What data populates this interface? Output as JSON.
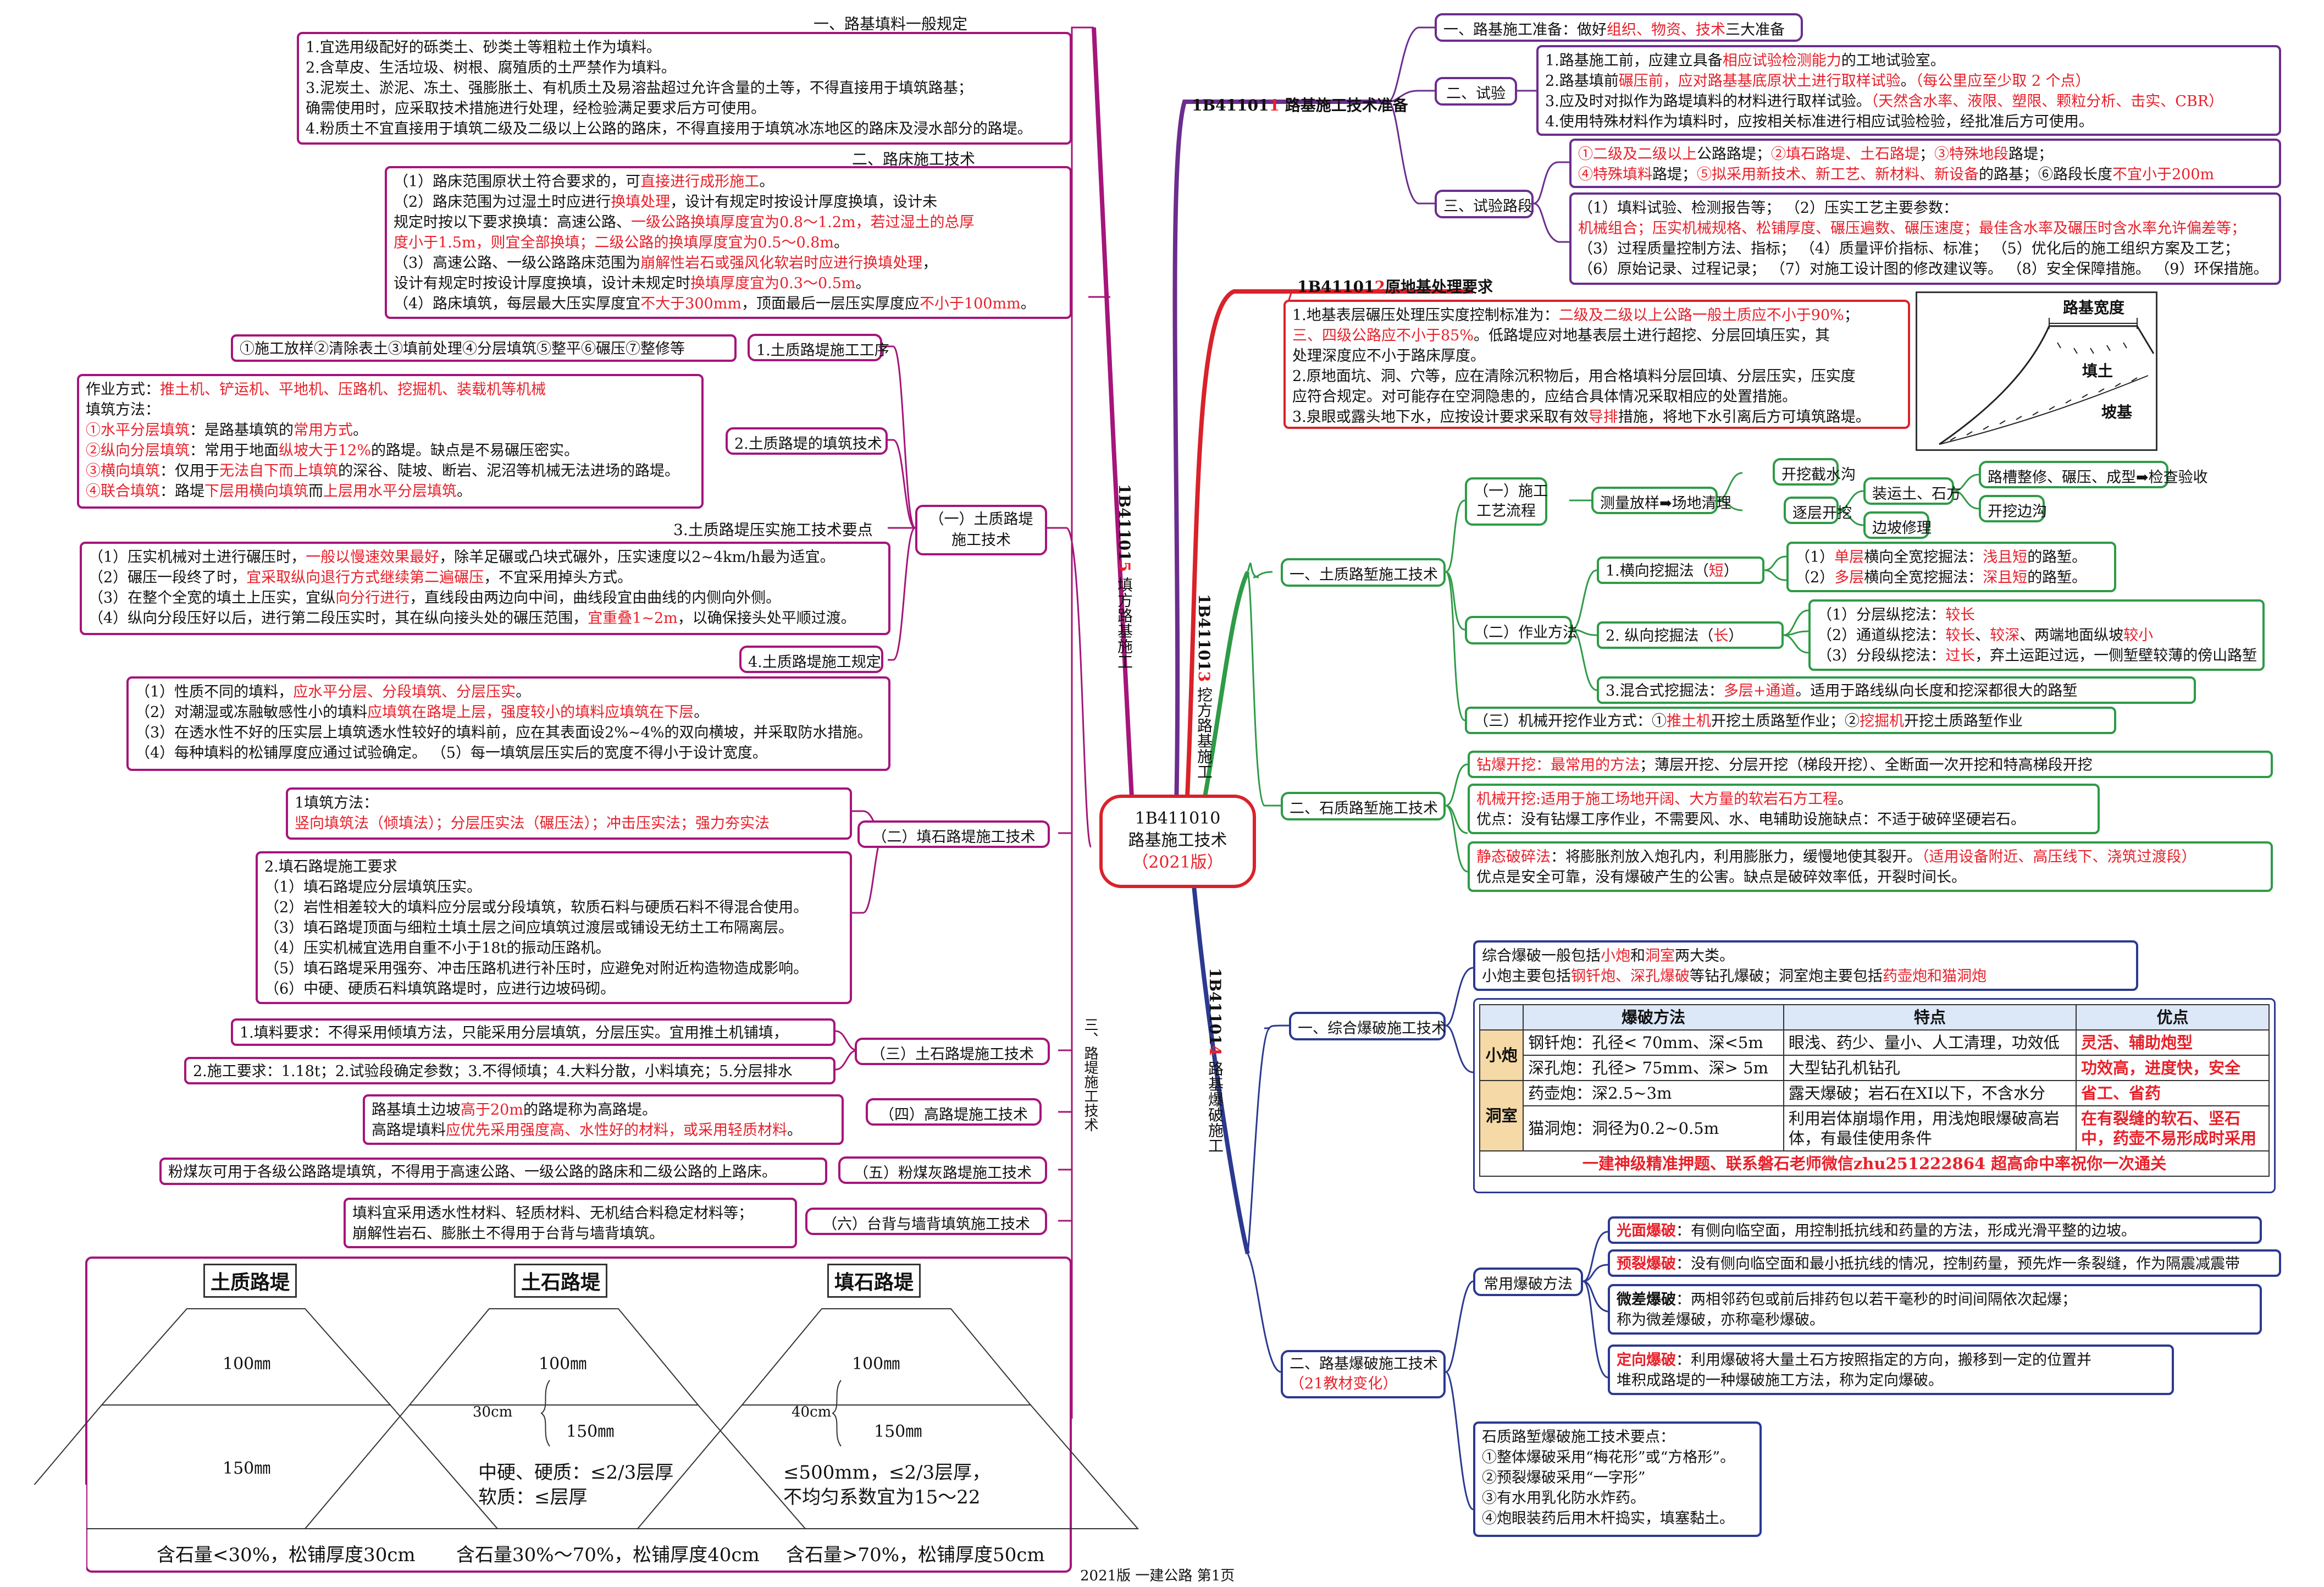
{
  "center": {
    "code": "1B411010",
    "title": "路基施工技术",
    "year": "（2021版）"
  },
  "branches": {
    "b11": "1B41101",
    "b11n": "1",
    "b11t": " 路基施工技术准备",
    "b12": "1B41101",
    "b12n": "2",
    "b12t": "原地基处理要求",
    "b13": "1B41101",
    "b13n": "3",
    "b13t": " 挖方路基施工",
    "b14": "1B41101",
    "b14n": "4",
    "b14t": " 路基爆破施工",
    "b15": "1B41101",
    "b15n": "5",
    "b15t": " 填方路基施工"
  },
  "left": {
    "s1_title": "一、路基填料一般规定",
    "s1_lines": [
      "1.宜选用级配好的砾类土、砂类土等粗粒土作为填料。",
      "2.含草皮、生活垃圾、树根、腐殖质的土严禁作为填料。",
      "3.泥炭土、淤泥、冻土、强膨胀土、有机质土及易溶盐超过允许含量的土等，不得直接用于填筑路基；",
      "   确需使用时，应采取技术措施进行处理，经检验满足要求后方可使用。",
      "4.粉质土不宜直接用于填筑二级及二级以上公路的路床，不得直接用于填筑冰冻地区的路床及浸水部分的路堤。"
    ],
    "s2_title": "二、路床施工技术",
    "s2_l1a": "（1）路床范围原状土符合要求的，可",
    "s2_l1b": "直接进行成形施工",
    "s2_l1c": "。",
    "s2_l2a": "（2）路床范围为过湿土时应进行",
    "s2_l2b": "换填处理",
    "s2_l2c": "，设计有规定时按设计厚度换填，设计未",
    "s2_l3a": "    规定时按以下要求换填：高速公路、",
    "s2_l3b": "一级公路换填厚度宜为0.8～1.2m，若过湿土的总厚",
    "s2_l4a": "    度小于1.5m，则宜全部换填；二级公路的换填厚度宜为0.5～0.8m",
    "s2_l4b": "。",
    "s2_l5a": "（3）高速公路、一级公路路床范围为",
    "s2_l5b": "崩解性岩石或强风化软岩时应进行换填处理",
    "s2_l5c": "，",
    "s2_l6": "      设计有规定时按设计厚度换填，设计未规定时",
    "s2_l6b": "换填厚度宜为0.3～0.5m",
    "s2_l6c": "。",
    "s2_l7a": "（4）路床填筑，每层最大压实厚度宜",
    "s2_l7b": "不大于300mm",
    "s2_l7c": "，顶面最后一层压实厚度应",
    "s2_l7d": "不小于100mm",
    "s2_l7e": "。",
    "n1_label": "1.土质路堤施工工序",
    "n1_box": "①施工放样②清除表土③填前处理④分层填筑⑤整平⑥碾压⑦整修等",
    "n2_label": "2.土质路堤的填筑技术",
    "n2_l1a": "作业方式：",
    "n2_l1b": "推土机、铲运机、平地机、压路机、挖掘机、装载机等机械",
    "n2_l2": "填筑方法：",
    "n2_l3a": "①水平分层填筑",
    "n2_l3b": "：是路基填筑的",
    "n2_l3c": "常用方式",
    "n2_l3d": "。",
    "n2_l4a": "②纵向分层填筑",
    "n2_l4b": "：常用于地面",
    "n2_l4c": "纵坡大于12%",
    "n2_l4d": "的路堤。缺点是不易碾压密实。",
    "n2_l5a": "③横向填筑",
    "n2_l5b": "：仅用于",
    "n2_l5c": "无法自下而上填筑",
    "n2_l5d": "的深谷、陡坡、断岩、泥沼等机械无法进场的路堤。",
    "n2_l6a": "④联合填筑",
    "n2_l6b": "：路堤",
    "n2_l6c": "下层用横向填筑",
    "n2_l6d": "而",
    "n2_l6e": "上层用水平分层填筑",
    "n2_l6f": "。",
    "n3_label": "3.土质路堤压实施工技术要点",
    "n3_l1a": "（1）压实机械对土进行碾压时，",
    "n3_l1b": "一般以慢速效果最好",
    "n3_l1c": "，除羊足碾或凸块式碾外，压实速度以2~4km/h最为适宜。",
    "n3_l2a": "（2）碾压一段终了时，",
    "n3_l2b": "宜采取纵向退行方式继续第二遍碾压",
    "n3_l2c": "，不宜采用掉头方式。",
    "n3_l3a": "（3）在整个全宽的填土上压实，宜纵",
    "n3_l3b": "向分行进行",
    "n3_l3c": "，直线段由两边向中间，曲线段宜由曲线的内侧向外侧。",
    "n3_l4a": "（4）纵向分段压好以后，进行第二段压实时，其在纵向接头处的碾压范围，",
    "n3_l4b": "宜重叠1~2m",
    "n3_l4c": "，以确保接头处平顺过渡。",
    "n4_label": "4.土质路堤施工规定",
    "n4_l1a": "（1）性质不同的填料，",
    "n4_l1b": "应水平分层、分段填筑、分层压实",
    "n4_l1c": "。",
    "n4_l2a": "（2）对潮湿或冻融敏感性小的填料",
    "n4_l2b": "应填筑在路堤上层，强度较小的填料应填筑在下层",
    "n4_l2c": "。",
    "n4_l3": "（3）在透水性不好的压实层上填筑透水性较好的填料前，应在其表面设2%~4%的双向横坡，并采取防水措施。",
    "n4_l4": "（4）每种填料的松铺厚度应通过试验确定。  （5）每一填筑层压实后的宽度不得小于设计宽度。",
    "soil_label": "（一）土质路堤\n施工技术",
    "soil_label1": "（一）土质路堤",
    "soil_label2": "施工技术",
    "fill_label": "（二）填石路堤施工技术",
    "fill1_t": "1填筑方法：",
    "fill1_a": "竖向填筑法（倾填法）；分层压实法（碾压法）；冲击压实法；强力夯实法",
    "fill2_lines": [
      "2.填石路堤施工要求",
      "（1）填石路堤应分层填筑压实。",
      "（2）岩性相差较大的填料应分层或分段填筑，软质石料与硬质石料不得混合使用。",
      "（3）填石路堤顶面与细粒土填土层之间应填筑过渡层或铺设无纺土工布隔离层。",
      "（4）压实机械宜选用自重不小于18t的振动压路机。",
      "（5）填石路堤采用强夯、冲击压路机进行补压时，应避免对附近构造物造成影响。",
      "（6）中硬、硬质石料填筑路堤时，应进行边坡码砌。"
    ],
    "ts_label": "（三）土石路堤施工技术",
    "ts1": "1.填料要求：不得采用倾填方法，只能采用分层填筑，分层压实。宜用推土机铺填，",
    "ts2": "2.施工要求：1.18t；2.试验段确定参数；3.不得倾填；4.大料分散，小料填充；5.分层排水",
    "hi_label": "（四）高路堤施工技术",
    "hi_l1a": "路基填土边坡",
    "hi_l1b": "高于20m",
    "hi_l1c": "的路堤称为高路堤。",
    "hi_l2a": "高路堤填料",
    "hi_l2b": "应优先采用强度高、水性好的材料，或采用轻质材料",
    "hi_l2c": "。",
    "fa_label": "（五）粉煤灰路堤施工技术",
    "fa_box": "粉煤灰可用于各级公路路堤填筑，不得用于高速公路、一级公路的路床和二级公路的上路床。",
    "tb_label": "（六）台背与墙背填筑施工技术",
    "tb_l1": "填料宜采用透水性材料、轻质材料、无机结合料稳定材料等；",
    "tb_l2": "崩解性岩石、膨胀土不得用于台背与墙背填筑。",
    "sec3": "三、路堤施工技术",
    "dg1_t": "土质路堤",
    "dg1_top": "100㎜",
    "dg1_bot": "150㎜",
    "dg1_cap": "含石量<30%，松铺厚度30cm",
    "dg2_t": "土石路堤",
    "dg2_top": "100㎜",
    "dg2_30": "30cm",
    "dg2_150": "150㎜",
    "dg2_l1": "中硬、硬质：≤2/3层厚",
    "dg2_l2": "软质：≤层厚",
    "dg2_cap": "含石量30%～70%，松铺厚度40cm",
    "dg3_t": "填石路堤",
    "dg3_top": "100㎜",
    "dg3_40": "40cm",
    "dg3_150": "150㎜",
    "dg3_l1": "≤500mm，≤2/3层厚，",
    "dg3_l2": "不均匀系数宜为15～22",
    "dg3_cap": "含石量>70%，松铺厚度50cm"
  },
  "right": {
    "p1_label": "一、路基施工准备：做好",
    "p1_r": "组织、物资、技术",
    "p1_e": "三大准备",
    "p2_label": "二、试验",
    "p2_l1a": "1.路基施工前，应建立具备",
    "p2_l1b": "相应试验检测能力",
    "p2_l1c": "的工地试验室。",
    "p2_l2a": "2.路基填前",
    "p2_l2b": "碾压前，应对路基基底原状土进行取样试验",
    "p2_l2c": "。",
    "p2_l2d": "（每公里应至少取 2 个点）",
    "p2_l3a": "3.应及时对拟作为路堤填料的材料进行取样试验。",
    "p2_l3b": "（天然含水率、液限、塑限、颗粒分析、击实、CBR）",
    "p2_l4": "4.使用特殊材料作为填料时，应按相关标准进行相应试验检验，经批准后方可使用。",
    "p3_label": "三、试验路段",
    "p3_l1a": "①二级及二级以上",
    "p3_l1b": "公路路堤；",
    "p3_l1c": "②填石路堤、土石路堤",
    "p3_l1d": "；",
    "p3_l1e": "③特殊地段",
    "p3_l1f": "路堤；",
    "p3_l2a": "④特殊填料",
    "p3_l2b": "路堤；",
    "p3_l2c": "⑤拟采用新技术、新工艺、新材料、新设备",
    "p3_l2d": "的路基；⑥路段长度",
    "p3_l2e": "不宜小于200m",
    "p3_b1": "（1）填料试验、检测报告等；  （2）压实工艺主要参数：",
    "p3_b2": "机械组合；压实机械规格、松铺厚度、碾压遍数、碾压速度；最佳含水率及碾压时含水率允许偏差等；",
    "p3_b3": "（3）过程质量控制方法、指标；  （4）质量评价指标、标准；  （5）优化后的施工组织方案及工艺；",
    "p3_b4": "（6）原始记录、过程记录；  （7）对施工设计图的修改建议等。  （8）安全保障措施。  （9）环保措施。",
    "f1a": "1.地基表层碾压处理压实度控制标准为：",
    "f1b": "二级及二级以上公路一般土质应不小于90%",
    "f1c": "；",
    "f2a": "   三、四级公路应不小于85%",
    "f2b": "。低路堤应对地基表层土进行超挖、分层回填压实，其",
    "f3": "   处理深度应不小于路床厚度。",
    "f4": "2.原地面坑、洞、穴等，应在清除沉积物后，用合格填料分层回填、分层压实，压实度",
    "f5": "   应符合规定。对可能存在空洞隐患的，应结合具体情况采取相应的处置措施。",
    "f6a": "3.泉眼或露头地下水，应按设计要求采取有效",
    "f6b": "导排",
    "f6c": "措施，将地下水引离后方可填筑路堤。",
    "sk_title": "路基宽度",
    "sk_fill": "填土",
    "sk_slope": "坡基",
    "e1_label": "一、土质路堑施工技术",
    "e1a_label1": "（一）施工",
    "e1a_label2": "工艺流程",
    "e1a_box": "测量放样➡场地清理",
    "e1a_b1": "开挖截水沟",
    "e1a_b2": "逐层开挖",
    "e1a_b3": "装运土、石方",
    "e1a_b4": "边坡修理",
    "e1a_b5": "路槽整修、碾压、成型➡检查验收",
    "e1a_b6": "开挖边沟",
    "e1b_label": "（二）作业方法",
    "e1b_h1a": "1.横向挖掘法（",
    "e1b_h1b": "短",
    "e1b_h1c": "）",
    "e1b_h1_1a": "（1）",
    "e1b_h1_1b": "单层",
    "e1b_h1_1c": "横向全宽挖掘法：",
    "e1b_h1_1d": "浅且短",
    "e1b_h1_1e": "的路堑。",
    "e1b_h1_2a": "（2）",
    "e1b_h1_2b": "多层",
    "e1b_h1_2c": "横向全宽挖掘法：",
    "e1b_h1_2d": "深且短",
    "e1b_h1_2e": "的路堑。",
    "e1b_h2a": "2.  纵向挖掘法（",
    "e1b_h2b": "长",
    "e1b_h2c": "）",
    "e1b_h2_1a": "（1）分层纵挖法：",
    "e1b_h2_1b": "较长",
    "e1b_h2_2a": "（2）通道纵挖法：",
    "e1b_h2_2b": "较长",
    "e1b_h2_2c": "、",
    "e1b_h2_2d": "较深",
    "e1b_h2_2e": "、两端地面纵坡",
    "e1b_h2_2f": "较小",
    "e1b_h2_3a": "（3）分段纵挖法：",
    "e1b_h2_3b": "过长",
    "e1b_h2_3c": "，弃土运距过远，一侧堑壁较薄的傍山路堑",
    "e1b_h3a": "3.混合式挖掘法：",
    "e1b_h3b": "多层+通道",
    "e1b_h3c": "。适用于路线纵向长度和挖深都很大的路堑",
    "e1c_a": "（三）机械开挖作业方式：①",
    "e1c_b": "推土机",
    "e1c_c": "开挖土质路堑作业；②",
    "e1c_d": "挖掘机",
    "e1c_e": "开挖土质路堑作业",
    "e2_label": "二、石质路堑施工技术",
    "e2_1a": "钻爆开挖：最常用的方法",
    "e2_1b": "；薄层开挖、分层开挖（梯段开挖）、全断面一次开挖和特高梯段开挖",
    "e2_2a": "机械开挖:适用于施工场地开阔、大方量的软岩石方工程",
    "e2_2b": "。",
    "e2_3": "优点：没有钻爆工序作业，不需要风、水、电辅助设施缺点：不适于破碎坚硬岩石。",
    "e2_4a": "静态破碎法",
    "e2_4b": "：将膨胀剂放入炮孔内，利用膨胀力，缓慢地使其裂开。",
    "e2_4c": "（适用设备附近、高压线下、浇筑过渡段）",
    "e2_5": "优点是安全可靠，没有爆破产生的公害。缺点是破碎效率低，开裂时间长。",
    "bl1_label": "一、综合爆破施工技术",
    "bl1_t1a": "综合爆破一般包括",
    "bl1_t1b": "小炮",
    "bl1_t1c": "和",
    "bl1_t1d": "洞室",
    "bl1_t1e": "两大类。",
    "bl1_t2a": "小炮主要包括",
    "bl1_t2b": "钢钎炮、深孔爆破",
    "bl1_t2c": "等钻孔爆破；洞室炮主要包括",
    "bl1_t2d": "药壶炮和猫洞炮",
    "tbl_h1": "爆破方法",
    "tbl_h2": "特点",
    "tbl_h3": "优点",
    "tbl_small": "小炮",
    "tbl_cave": "洞室",
    "tbl_r1c1": "钢钎炮：孔径< 70mm、深<5m",
    "tbl_r1c2": "眼浅、药少、量小、人工清理，功效低",
    "tbl_r1c3": "灵活、辅助炮型",
    "tbl_r2c1": "深孔炮：孔径> 75mm、深> 5m",
    "tbl_r2c2": "大型钻孔机钻孔",
    "tbl_r2c3": "功效高，进度快，安全",
    "tbl_r3c1": "药壶炮：深2.5~3m",
    "tbl_r3c2": "露天爆破；岩石在XI以下，不含水分",
    "tbl_r3c3": "省工、省药",
    "tbl_r4c1": "猫洞炮：洞径为0.2~0.5m",
    "tbl_r4c2a": "利用岩体崩塌作用，用浅炮眼爆破高岩",
    "tbl_r4c2b": "体，有最佳使用条件",
    "tbl_r4c3a": "在有裂缝的软石、坚石",
    "tbl_r4c3b": "中，药壶不易形成时采用",
    "tbl_ad": "一建神级精准押题、联系磐石老师微信zhu251222864 超高命中率祝你一次通关",
    "bl2_label1": "二、路基爆破施工技术",
    "bl2_label2": "（21教材变化）",
    "cb_label": "常用爆破方法",
    "cb1a": "光面爆破",
    "cb1b": "：有侧向临空面，用控制抵抗线和药量的方法，形成光滑平整的边坡。",
    "cb2a": "预裂爆破",
    "cb2b": "：没有侧向临空面和最小抵抗线的情况，控制药量，预先炸一条裂缝，作为隔震减震带",
    "cb3a": "微差爆破",
    "cb3b": "：两相邻药包或前后排药包以若干毫秒的时间间隔依次起爆；",
    "cb3c": "称为微差爆破，亦称毫秒爆破。",
    "cb4a": "定向爆破",
    "cb4b": "：利用爆破将大量土石方按照指定的方向，搬移到一定的位置并",
    "cb4c": "堆积成路堤的一种爆破施工方法，称为定向爆破。",
    "pt_lines": [
      "石质路堑爆破施工技术要点：",
      "①整体爆破采用“梅花形”或“方格形”。",
      "②预裂爆破采用“一字形”",
      "③有水用乳化防水炸药。",
      "④炮眼装药后用木杆捣实，填塞黏土。"
    ]
  },
  "footer": "2021版  一建公路  第1页",
  "colors": {
    "pink": "#a5157a",
    "purple": "#6b2d8e",
    "green": "#2e9b47",
    "blue": "#2b3990",
    "red": "#d9222a",
    "accent": "#e8202a"
  }
}
